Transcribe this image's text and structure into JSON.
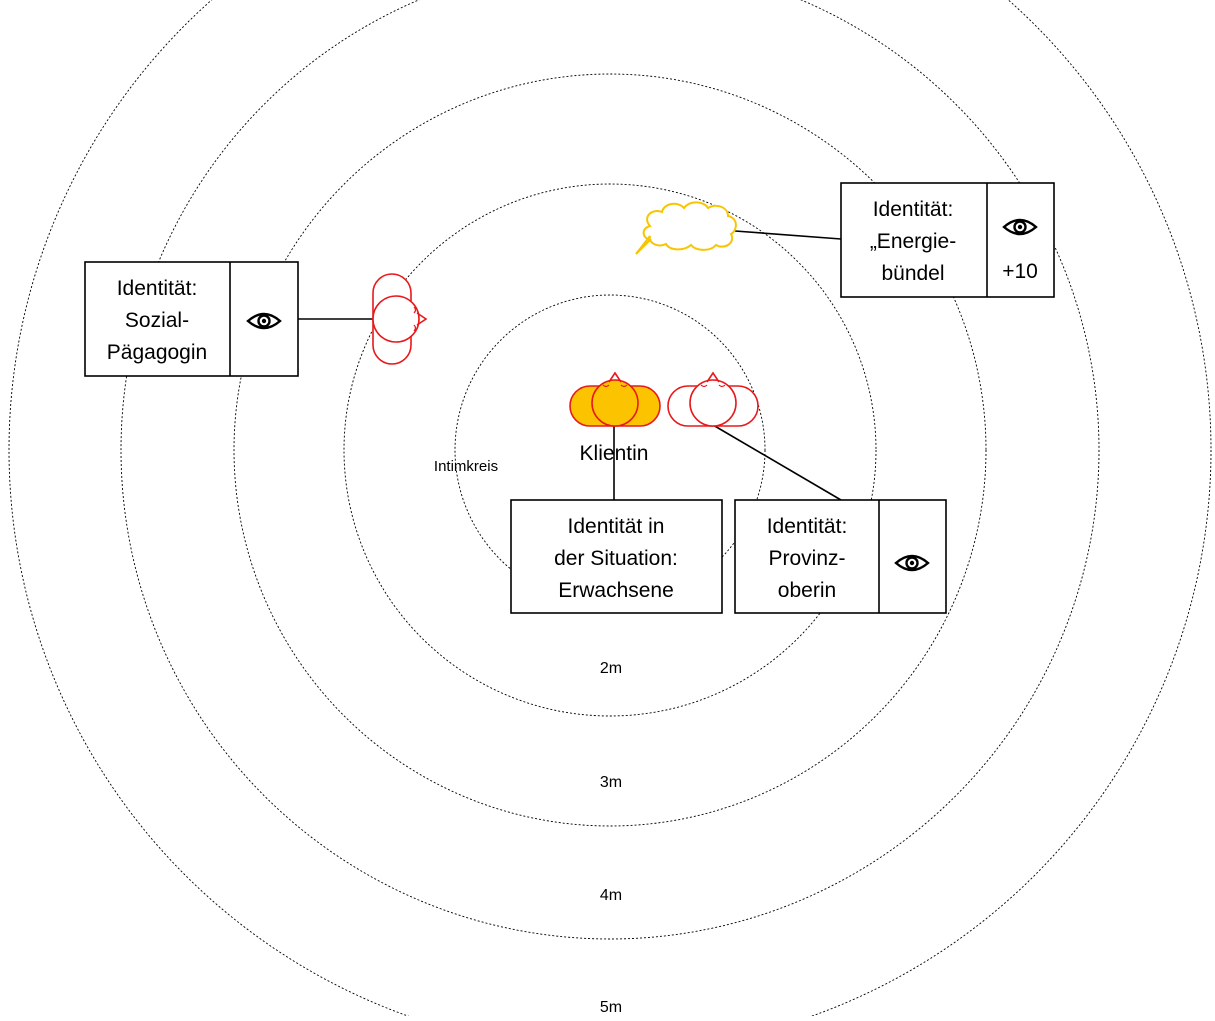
{
  "rings": {
    "intim": "Intimkreis",
    "r2": "2m",
    "r3": "3m",
    "r4": "4m",
    "r5": "5m"
  },
  "center": {
    "label": "Klientin"
  },
  "boxes": {
    "sozial": {
      "line1": "Identität:",
      "line2": "Sozial-",
      "line3": "Pägagogin",
      "icon": "eye-icon"
    },
    "energie": {
      "line1": "Identität:",
      "line2": "„Energie-",
      "line3": "bündel",
      "icon": "eye-icon",
      "score": "+10"
    },
    "situation": {
      "line1": "Identität in",
      "line2": "der Situation:",
      "line3": "Erwachsene"
    },
    "provinz": {
      "line1": "Identität:",
      "line2": "Provinz-",
      "line3": "oberin",
      "icon": "eye-icon"
    }
  },
  "colors": {
    "figure_outline": "#e8191b",
    "figure_fill_client": "#fbc300",
    "cloud_outline": "#f7c600"
  }
}
